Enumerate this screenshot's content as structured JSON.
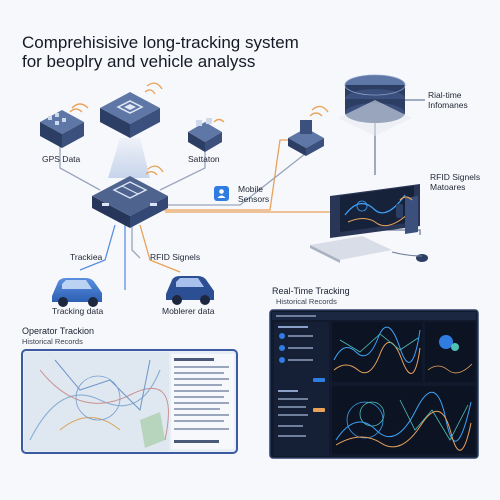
{
  "title_line1": "Comprehisisive long-tracking system",
  "title_line2": "for beoplry and vehicle analyss",
  "labels": {
    "gps_data": "GPS Data",
    "sattaton": "Sattaton",
    "realtime_line1": "Rial-time",
    "realtime_line2": "Infomanes",
    "mobile_line1": "Mobile",
    "mobile_line2": "Sensors",
    "rfid_signals_line1": "RFID Signels",
    "rfid_signals_line2": "Matoares",
    "trackiea": "Trackiea",
    "rfid_signels": "RFID Signels",
    "tracking_data": "Tracking data",
    "moblerer_data": "Moblerer data"
  },
  "operator_panel": {
    "title": "Operator Trackion",
    "subtitle": "Historical Records"
  },
  "realtime_panel": {
    "title": "Real-Time Tracking",
    "subtitle": "Historical Records"
  },
  "colors": {
    "accent_blue": "#2f7de1",
    "navy": "#2c3e63",
    "line_orange": "#e8a25a",
    "dashboard_bg": "#111a2c"
  }
}
